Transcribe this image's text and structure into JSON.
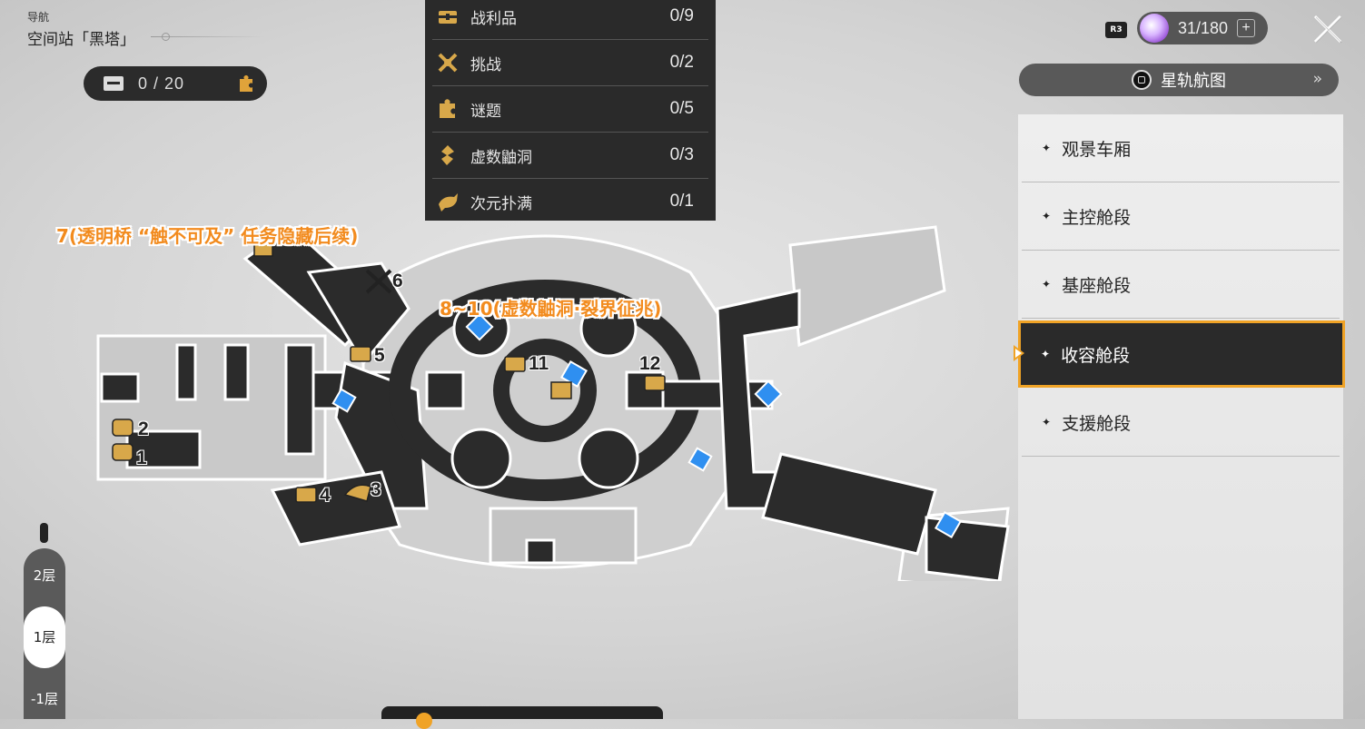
{
  "nav": {
    "label": "导航",
    "location": "空间站「黑塔」"
  },
  "chest_counter": {
    "value": "0 / 20",
    "icon": "treasure-chest-icon",
    "puzzle_icon": "puzzle-piece-icon"
  },
  "collectibles": [
    {
      "label": "战利品",
      "count": "0/9",
      "icon": "treasure-chest-icon"
    },
    {
      "label": "挑战",
      "count": "0/2",
      "icon": "crossed-swords-icon"
    },
    {
      "label": "谜题",
      "count": "0/5",
      "icon": "puzzle-piece-icon"
    },
    {
      "label": "虚数鼬洞",
      "count": "0/3",
      "icon": "imaginary-weasel-hole-icon"
    },
    {
      "label": "次元扑满",
      "count": "0/1",
      "icon": "dimension-bubble-icon"
    }
  ],
  "annotations": {
    "a7": "7(透明桥 “触不可及” 任务隐藏后续)",
    "a8_10": "8~10(虚数鼬洞·裂界征兆)",
    "n1": "1",
    "n2": "2",
    "n3": "3",
    "n4": "4",
    "n5": "5",
    "n6": "6",
    "n11": "11",
    "n12": "12"
  },
  "resource": {
    "value": "31/180",
    "plus": "+",
    "badge": "R3"
  },
  "starmap": {
    "label": "星轨航图",
    "arrow": "»"
  },
  "regions": [
    {
      "label": "观景车厢",
      "active": false
    },
    {
      "label": "主控舱段",
      "active": false
    },
    {
      "label": "基座舱段",
      "active": false
    },
    {
      "label": "收容舱段",
      "active": true
    },
    {
      "label": "支援舱段",
      "active": false
    }
  ],
  "floors": [
    {
      "label": "2层",
      "active": false
    },
    {
      "label": "1层",
      "active": true
    },
    {
      "label": "-1层",
      "active": false
    }
  ],
  "colors": {
    "accent": "#f0a326",
    "annotation": "#f28b1e",
    "panel": "#2a2a2a",
    "teleport": "#2f8ff0",
    "collectible_gold": "#d8a84a"
  }
}
